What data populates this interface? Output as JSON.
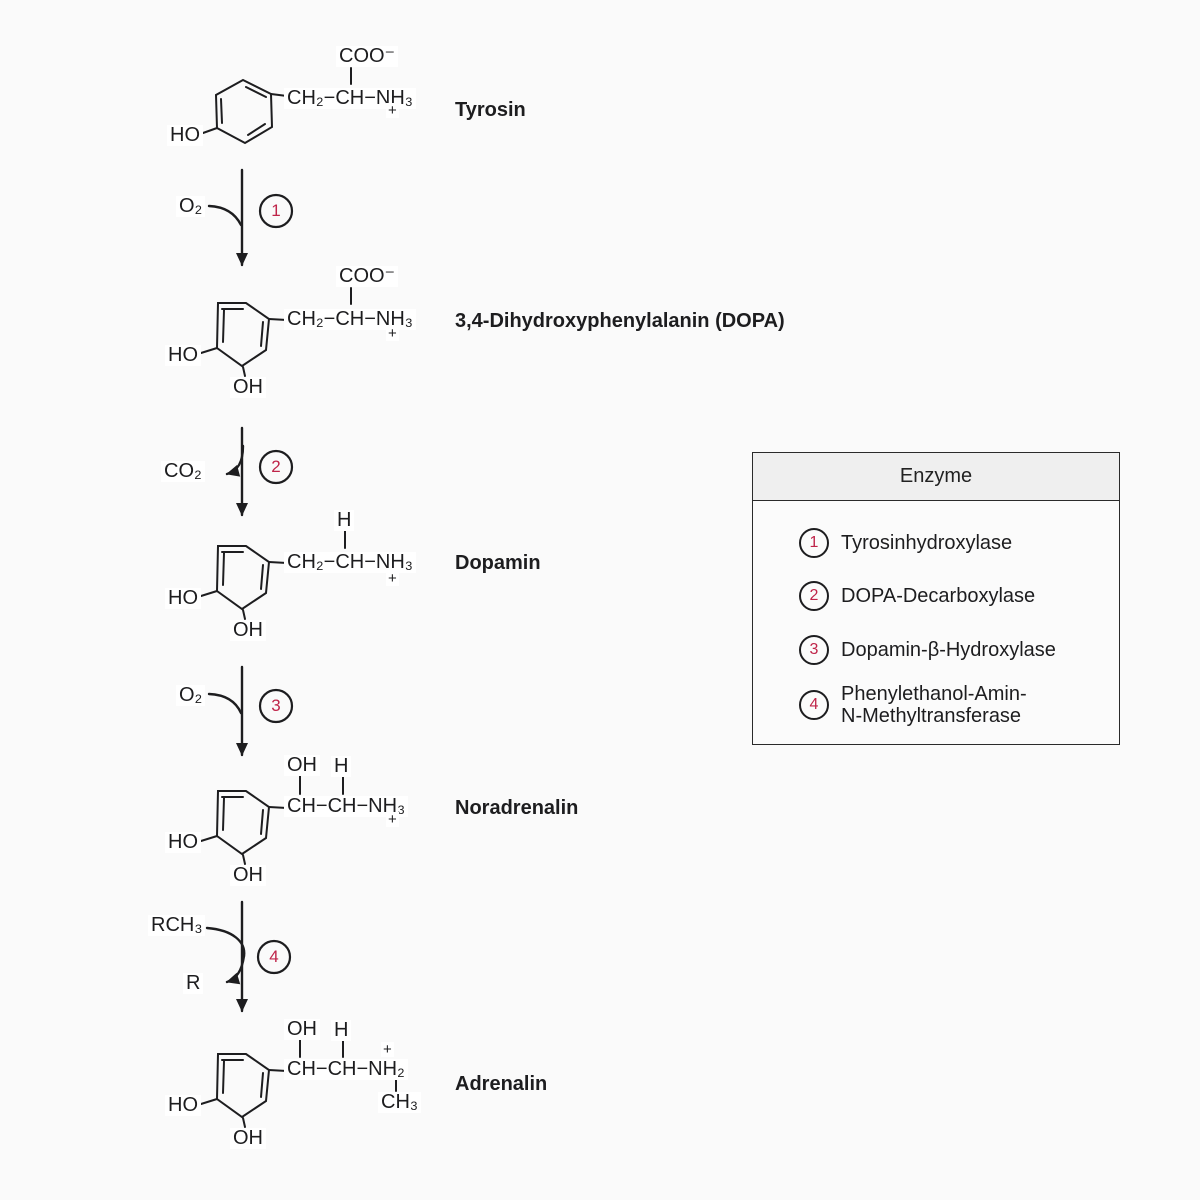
{
  "colors": {
    "ink": "#1d1d1f",
    "number_red": "#bf2449",
    "page_bg": "#fafafa",
    "legend_header_bg": "#efefef"
  },
  "pathway": {
    "molecules": [
      {
        "name": "Tyrosin",
        "chain": "CH₂−CH−NH₃",
        "coo": "COO⁻",
        "plus": "+",
        "ho": "HO"
      },
      {
        "name": "3,4-Dihydroxyphenylalanin (DOPA)",
        "chain": "CH₂−CH−NH₃",
        "coo": "COO⁻",
        "plus": "+",
        "ho": "HO",
        "oh": "OH"
      },
      {
        "name": "Dopamin",
        "chain": "CH₂−CH−NH₃",
        "h_top": "H",
        "plus": "+",
        "ho": "HO",
        "oh": "OH"
      },
      {
        "name": "Noradrenalin",
        "chain": "CH−CH−NH₃",
        "oh_top": "OH",
        "h_top": "H",
        "plus": "+",
        "ho": "HO",
        "oh": "OH"
      },
      {
        "name": "Adrenalin",
        "chain": "CH−CH−NH₂",
        "oh_top": "OH",
        "h_top": "H",
        "plus": "+",
        "n_methyl": "CH₃",
        "ho": "HO",
        "oh": "OH"
      }
    ],
    "reactions": [
      {
        "num": "1",
        "cofactor_in": "O₂"
      },
      {
        "num": "2",
        "byproduct_out": "CO₂"
      },
      {
        "num": "3",
        "cofactor_in": "O₂"
      },
      {
        "num": "4",
        "cofactor_in": "RCH₃",
        "byproduct_out": "R"
      }
    ]
  },
  "legend": {
    "title": "Enzyme",
    "items": [
      {
        "num": "1",
        "label": "Tyrosinhydroxylase"
      },
      {
        "num": "2",
        "label": "DOPA-Decarboxylase"
      },
      {
        "num": "3",
        "label": "Dopamin-β-Hydroxylase"
      },
      {
        "num": "4",
        "label": "Phenylethanol-Amin-",
        "label2": "N-Methyltransferase"
      }
    ]
  }
}
